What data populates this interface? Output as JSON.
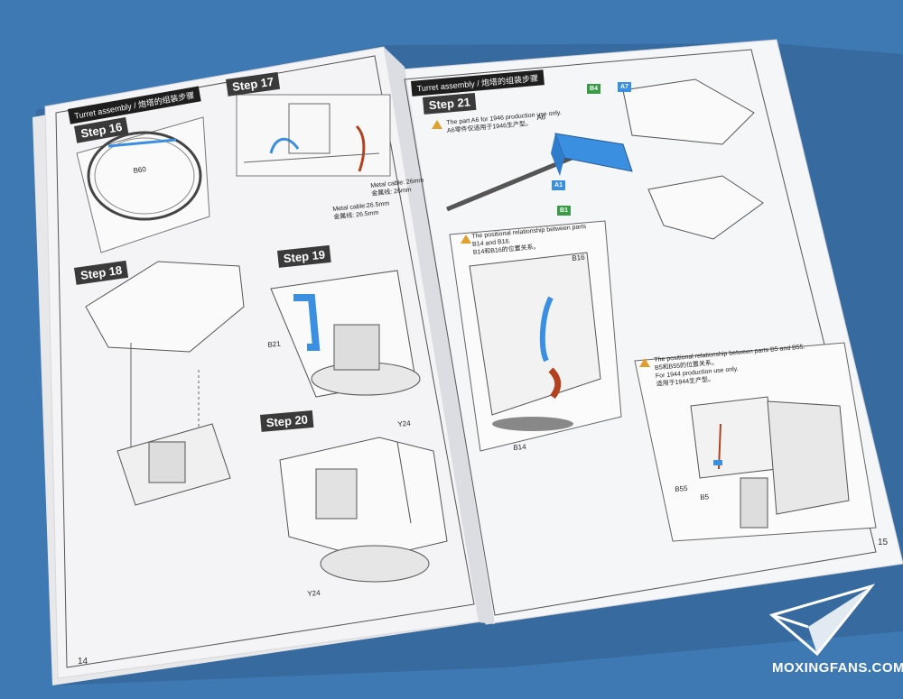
{
  "left_page": {
    "header": "Turret assembly / 炮塔的组装步骤",
    "steps": [
      "Step 16",
      "Step 17",
      "Step 18",
      "Step 19",
      "Step 20"
    ],
    "parts": {
      "b60": "B60",
      "b21": "B21",
      "y24_top": "Y24",
      "y24_bottom": "Y24"
    },
    "cable_note_1": "Metal cable: 26mm",
    "cable_note_1_cn": "金属线: 26mm",
    "cable_note_2": "Metal cable:26.5mm",
    "cable_note_2_cn": "金属线: 26.5mm",
    "page_number": "14"
  },
  "right_page": {
    "header": "Turret assembly / 炮塔的组装步骤",
    "step": "Step 21",
    "warning_1": "The part A6 for 1946 production use only.",
    "warning_1_cn": "A6零件仅适用于1946生产型。",
    "parts": {
      "a6": "A6",
      "b4": "B4",
      "a7": "A7",
      "a1": "A1",
      "b1": "B1",
      "b16": "B16",
      "b14": "B14",
      "b55": "B55",
      "b5": "B5"
    },
    "box1_title": "The positional relationship between parts B14 and B16.",
    "box1_title_cn": "B14和B16的位置关系。",
    "box2_title": "The positional relationship between parts B5 and B55.",
    "box2_title_cn": "B5和B55的位置关系。",
    "box2_note": "For 1944 production use only.",
    "box2_note_cn": "适用于1944生产型。",
    "page_number": "15"
  },
  "watermark": "MOXINGFANS.COM",
  "colors": {
    "background": "#3f79b4",
    "paper": "#f2f3f6",
    "highlight_blue": "#3a8fe0",
    "cable_red": "#b3401f",
    "part_green": "#3a9b47"
  }
}
